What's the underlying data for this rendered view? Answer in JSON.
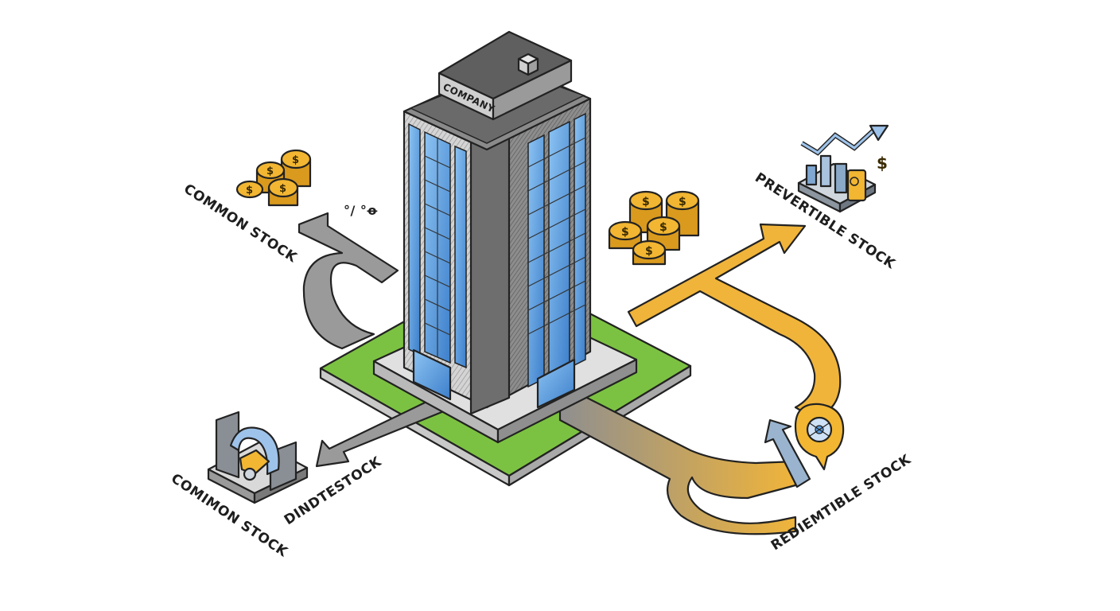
{
  "building": {
    "sign": "COMPANY"
  },
  "labels": {
    "common_stock_top": "COMMON STOCK",
    "common_stock_bottom": "COMIMON STOCK",
    "dindte_stock": "DINDTESTOCK",
    "prevertible_stock": "PREVERTIBLE STOCK",
    "rediemtible_stock": "REDIEMTIBLE STOCK"
  },
  "glyphs": {
    "scribble": "°/ °ꝋ",
    "dollar": "$"
  },
  "colors": {
    "gray_path": "#9a9a9a",
    "gold_path": "#f0b43a",
    "grass": "#7cc242",
    "glass": "#5b9ee0",
    "coin": "#f2b632"
  }
}
